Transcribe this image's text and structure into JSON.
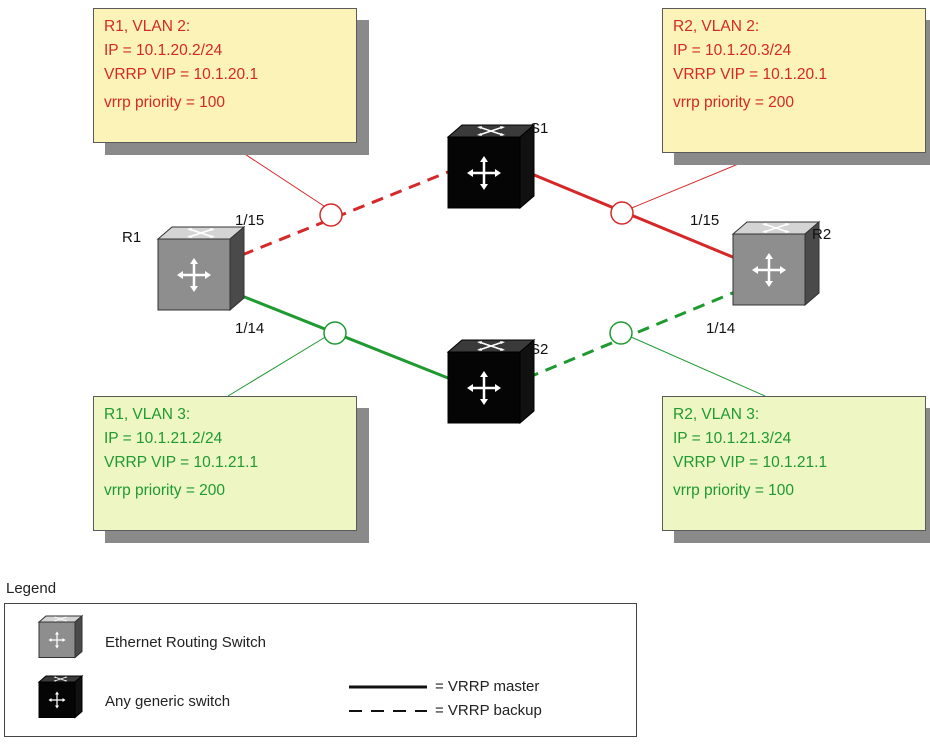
{
  "boxes": {
    "r1_vlan2": {
      "title": "R1, VLAN 2:",
      "ip": "IP = 10.1.20.2/24",
      "vip": "VRRP VIP = 10.1.20.1",
      "priority": "vrrp priority = 100"
    },
    "r2_vlan2": {
      "title": "R2, VLAN 2:",
      "ip": "IP = 10.1.20.3/24",
      "vip": "VRRP VIP = 10.1.20.1",
      "priority": "vrrp priority = 200"
    },
    "r1_vlan3": {
      "title": "R1, VLAN 3:",
      "ip": "IP = 10.1.21.2/24",
      "vip": "VRRP VIP = 10.1.21.1",
      "priority": "vrrp priority = 200"
    },
    "r2_vlan3": {
      "title": "R2, VLAN 3:",
      "ip": "IP = 10.1.21.3/24",
      "vip": "VRRP VIP = 10.1.21.1",
      "priority": "vrrp priority = 100"
    }
  },
  "nodes": {
    "r1": "R1",
    "r2": "R2",
    "s1": "S1",
    "s2": "S2"
  },
  "ports": {
    "r1_top": "1/15",
    "r1_bottom": "1/14",
    "r2_top": "1/15",
    "r2_bottom": "1/14"
  },
  "colors": {
    "vlan2": "#d62828",
    "vlan3": "#1f9a31",
    "box_red_bg": "#fbf3b8",
    "box_green_bg": "#eef6c4"
  },
  "icons": {
    "routing_switch": "ethernet-routing-switch-icon",
    "generic_switch": "generic-switch-icon"
  },
  "legend": {
    "title": "Legend",
    "routing_switch": "Ethernet Routing Switch",
    "generic_switch": "Any generic switch",
    "master": "= VRRP master",
    "backup": "= VRRP backup"
  }
}
